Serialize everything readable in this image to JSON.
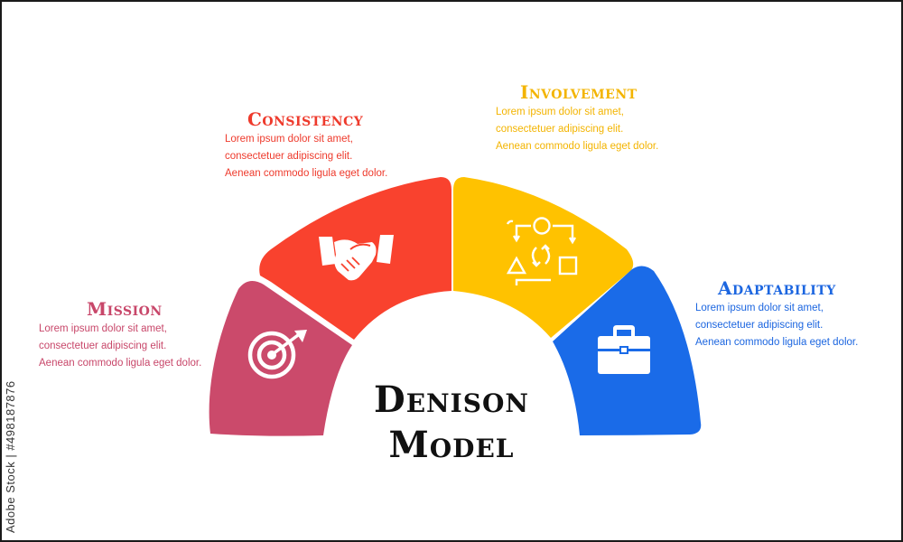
{
  "diagram": {
    "title_line1": "Denison",
    "title_line2": "Model",
    "segments": [
      {
        "name": "mission",
        "heading": "Mission",
        "lines": [
          "Lorem ipsum dolor sit amet,",
          "consectetuer adipiscing elit.",
          "Aenean commodo ligula eget dolor."
        ],
        "color": "#CB4A6B",
        "text_color": "#C8476A",
        "icon": "target-icon"
      },
      {
        "name": "consistency",
        "heading": "Consistency",
        "lines": [
          "Lorem ipsum dolor sit amet,",
          "consectetuer adipiscing elit.",
          "Aenean commodo ligula eget dolor."
        ],
        "color": "#F9422E",
        "text_color": "#EE3A2C",
        "icon": "handshake-icon"
      },
      {
        "name": "involvement",
        "heading": "Involvement",
        "lines": [
          "Lorem ipsum dolor sit amet,",
          "consectetuer adipiscing elit.",
          "Aenean commodo ligula eget dolor."
        ],
        "color": "#FFC200",
        "text_color": "#F3B400",
        "icon": "cycle-shapes-icon"
      },
      {
        "name": "adaptability",
        "heading": "Adaptability",
        "lines": [
          "Lorem ipsum dolor sit amet,",
          "consectetuer adipiscing elit.",
          "Aenean commodo ligula eget dolor."
        ],
        "color": "#1A6BE8",
        "text_color": "#1C66E0",
        "icon": "briefcase-icon"
      }
    ]
  },
  "stock_id": "Adobe Stock | #498187876"
}
